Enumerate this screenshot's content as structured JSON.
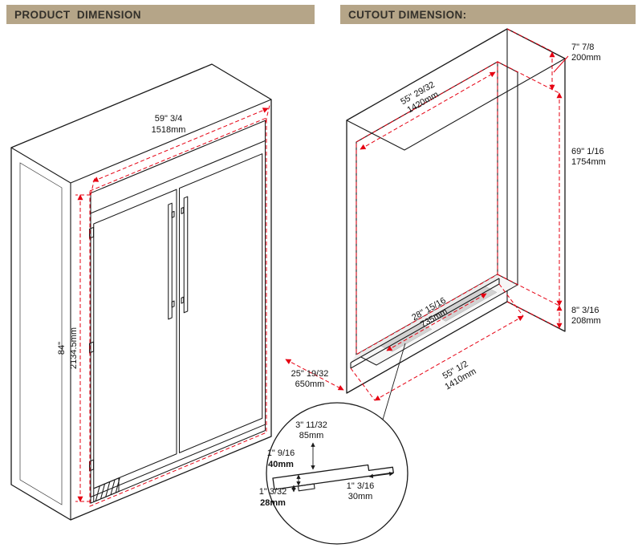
{
  "headers": {
    "product": "PRODUCT  DIMENSION",
    "cutout": "CUTOUT DIMENSION:"
  },
  "product": {
    "width_in": "59\" 3/4",
    "width_mm": "1518mm",
    "height_in": "84\"",
    "height_mm": "2134.5mm"
  },
  "cutout": {
    "top_frame_in": "7\" 7/8",
    "top_frame_mm": "200mm",
    "opening_width_in": "55\" 29/32",
    "opening_width_mm": "1420mm",
    "opening_height_in": "69\" 1/16",
    "opening_height_mm": "1754mm",
    "bottom_frame_in": "8\" 3/16",
    "bottom_frame_mm": "208mm",
    "floor_depth_in": "28\" 15/16",
    "floor_depth_mm": "735mm",
    "sill_width_in": "55\" 1/2",
    "sill_width_mm": "1410mm",
    "depth_in": "25\" 19/32",
    "depth_mm": "650mm"
  },
  "detail": {
    "depth_in": "3\" 11/32",
    "depth_mm": "85mm",
    "height_in": "1\" 9/16",
    "height_mm": "40mm",
    "lip_in": "1\" 3/32",
    "lip_mm": "28mm",
    "track_in": "1\" 3/16",
    "track_mm": "30mm"
  },
  "colors": {
    "dimension_red": "#e60012",
    "header_bg": "#b5a588",
    "line_black": "#1a1a1a"
  }
}
